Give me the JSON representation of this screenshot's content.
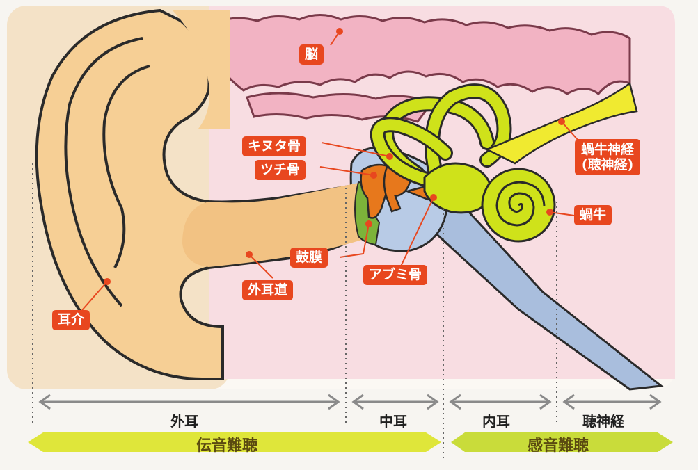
{
  "labels": {
    "brain": "脳",
    "incus": "キヌタ骨",
    "malleus": "ツチ骨",
    "eardrum": "鼓膜",
    "stapes": "アブミ骨",
    "ear_canal": "外耳道",
    "auricle": "耳介",
    "cochlear_nerve_line1": "蝸牛神経",
    "cochlear_nerve_line2": "(聴神経)",
    "cochlea": "蝸牛"
  },
  "sections": {
    "outer_ear": "外耳",
    "middle_ear": "中耳",
    "inner_ear": "内耳",
    "auditory_nerve": "聴神経"
  },
  "hearing_loss": {
    "conductive": "伝音難聴",
    "sensorineural": "感音難聴"
  },
  "colors": {
    "skin": "#f6cf95",
    "skin_shadow": "#e7b576",
    "brain": "#f2b9c6",
    "brain_bg": "#f8d7de",
    "inner_ear": "#cfe21a",
    "eustachian": "#a9bedd",
    "ossicle": "#e7781c",
    "label_bg": "#e8471f",
    "band_conductive": "#dfe63a",
    "band_sensorineural": "#c9dc3a"
  }
}
